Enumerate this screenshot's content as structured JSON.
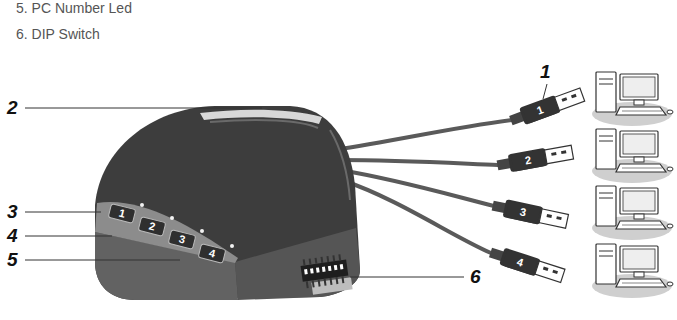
{
  "diagram": {
    "nodes": [
      {
        "text": [
          "1"
        ]
      },
      {
        "text": [
          "2"
        ]
      },
      {
        "text": [
          "3"
        ]
      },
      {
        "text": [
          "4"
        ]
      },
      {
        "text": [
          "1"
        ]
      },
      {
        "text": [
          "2"
        ]
      },
      {
        "text": [
          "3"
        ]
      },
      {
        "text": [
          "4"
        ]
      }
    ],
    "labels": [
      "5. PC Number Led",
      "6. DIP Switch",
      "1",
      "2",
      "3",
      "4",
      "5",
      "6"
    ]
  }
}
